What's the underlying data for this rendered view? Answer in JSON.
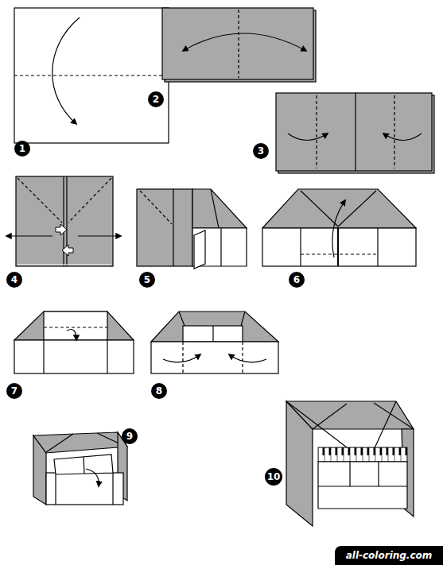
{
  "diagram": {
    "nodes": [
      {
        "text": [
          "1"
        ]
      },
      {
        "text": [
          "2"
        ]
      },
      {
        "text": [
          "3"
        ]
      },
      {
        "text": [
          "4"
        ]
      },
      {
        "text": [
          "5"
        ]
      },
      {
        "text": [
          "6"
        ]
      },
      {
        "text": [
          "7"
        ]
      },
      {
        "text": [
          "8"
        ]
      },
      {
        "text": [
          "9"
        ]
      },
      {
        "text": [
          "10"
        ]
      },
      {
        "text": [
          "all-coloring.com"
        ]
      }
    ],
    "edges": []
  }
}
